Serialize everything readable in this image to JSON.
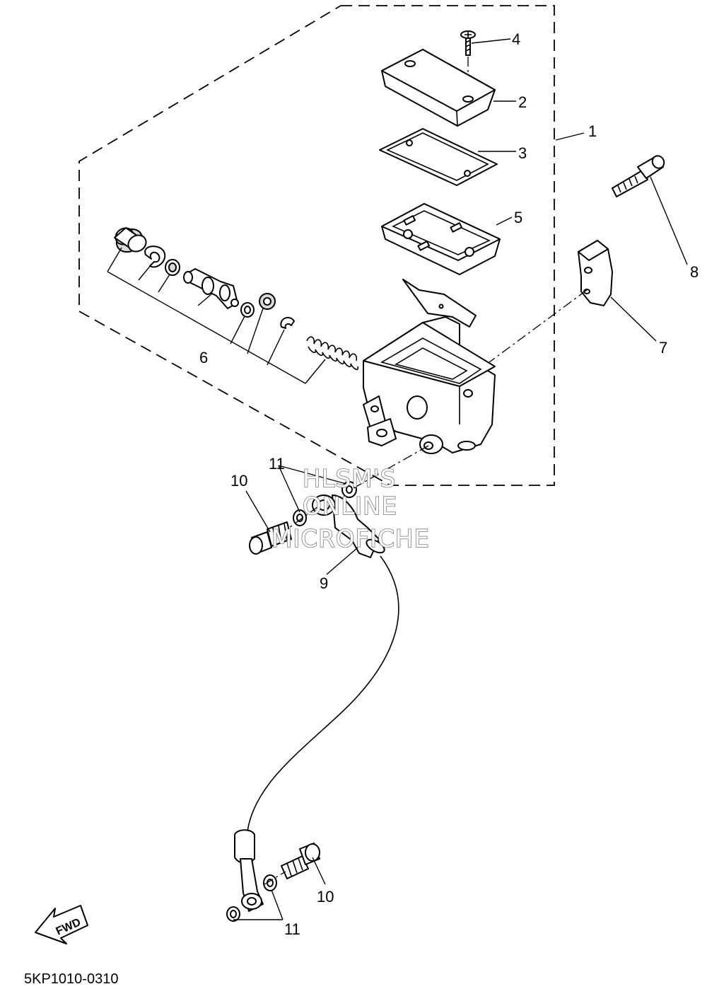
{
  "callouts": {
    "c1": "1",
    "c2": "2",
    "c3": "3",
    "c4": "4",
    "c5": "5",
    "c6": "6",
    "c7": "7",
    "c8": "8",
    "c9": "9",
    "c10a": "10",
    "c10b": "10",
    "c11a": "11",
    "c11b": "11"
  },
  "fwd_label": "FWD",
  "diagram_code": "5KP1010-0310",
  "watermark": {
    "line1": "HLSM'S",
    "line2": "ONLINE",
    "line3": "MICROFICHE"
  }
}
